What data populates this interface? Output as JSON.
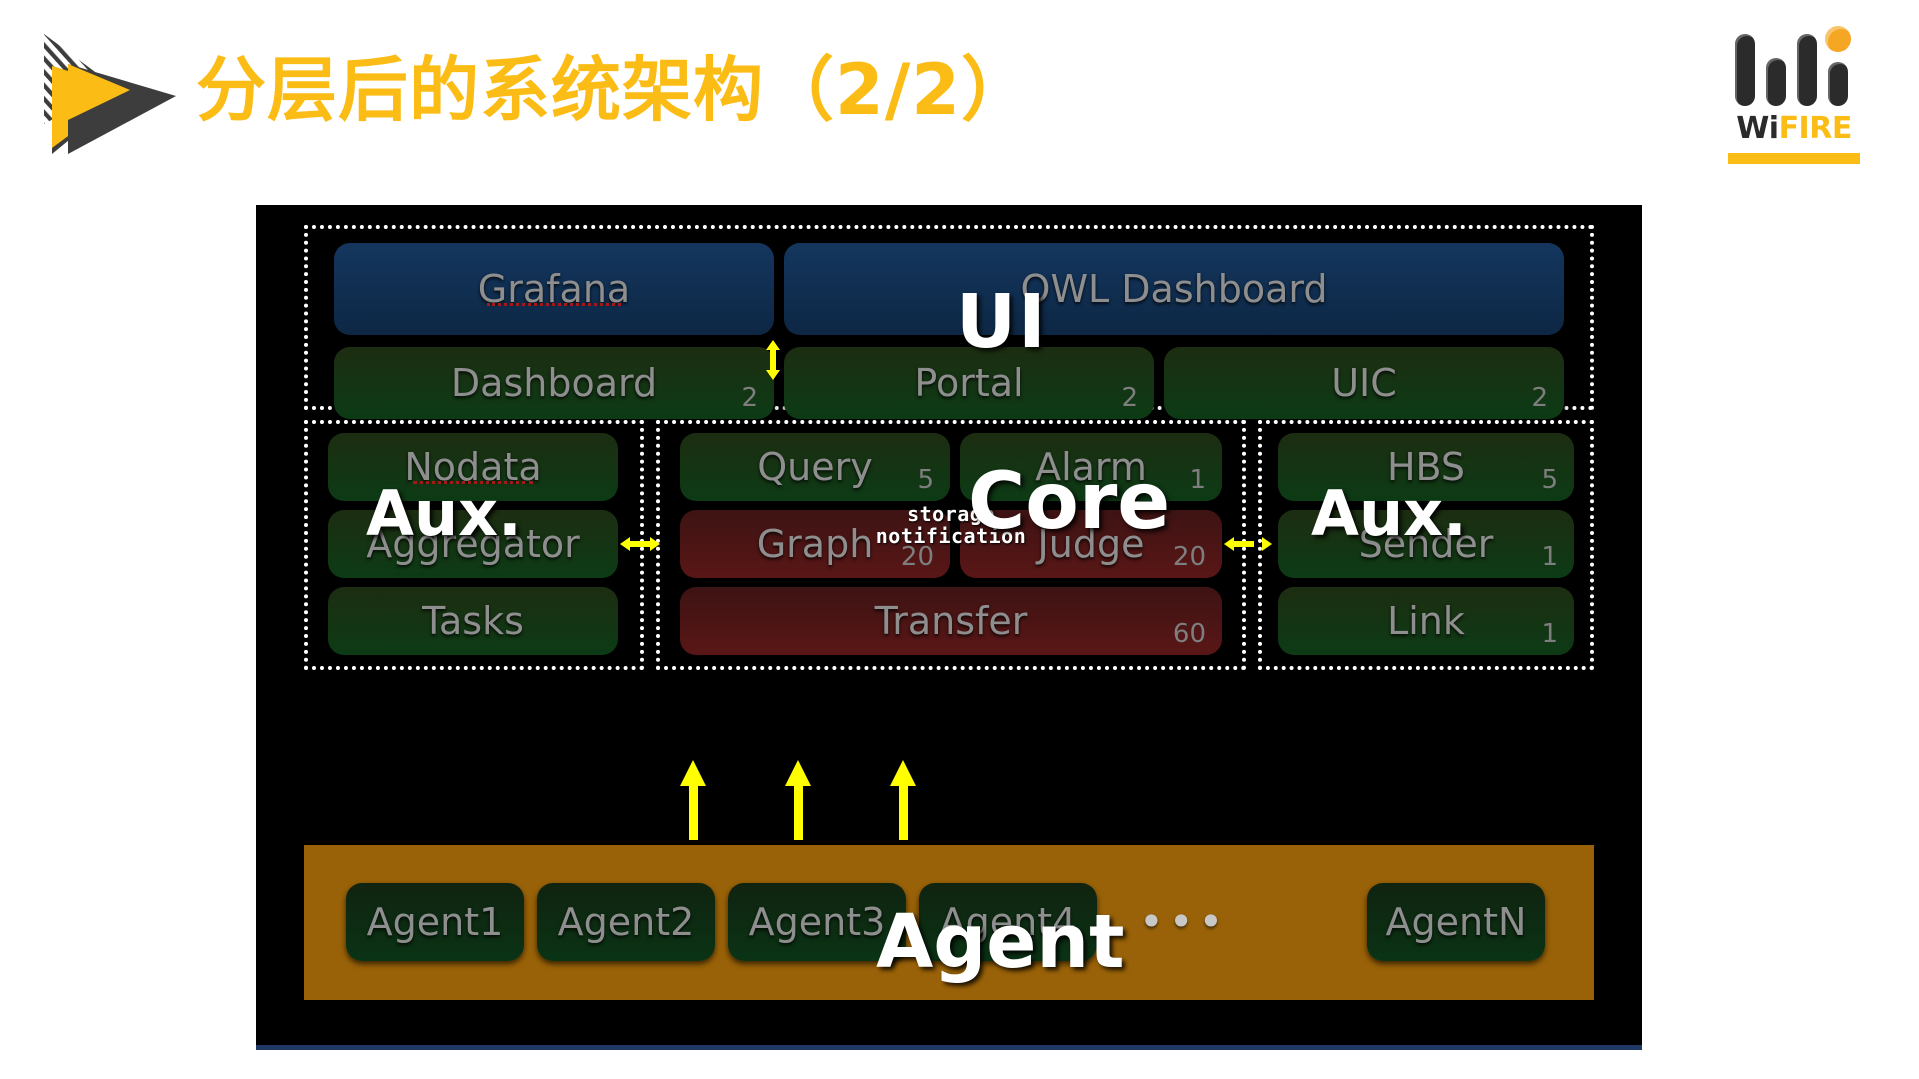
{
  "header": {
    "title": "分层后的系统架构（2/2）",
    "title_color": "#fcbc16",
    "logo_icon": "play-triangle-logo-icon"
  },
  "brand": {
    "word_prefix": "Wi",
    "word_suffix": "FIRE",
    "accent_color": "#fcbc16",
    "dark_color": "#2b2b2b"
  },
  "diagram": {
    "layers": [
      {
        "caption": "UI",
        "name": "ui-layer"
      },
      {
        "caption": "Aux.",
        "name": "aux-left-layer"
      },
      {
        "caption": "Core",
        "name": "core-layer"
      },
      {
        "caption": "Aux.",
        "name": "aux-right-layer"
      },
      {
        "caption": "Agent",
        "name": "agent-layer"
      }
    ],
    "ui_group": {
      "row1": [
        {
          "label": "Grafana",
          "count": "",
          "color": "blue",
          "misspelled": true
        },
        {
          "label": "OWL Dashboard",
          "count": "",
          "color": "blue",
          "misspelled": false
        }
      ],
      "row2": [
        {
          "label": "Dashboard",
          "count": "2",
          "color": "green",
          "misspelled": false
        },
        {
          "label": "Portal",
          "count": "2",
          "color": "green",
          "misspelled": false
        },
        {
          "label": "UIC",
          "count": "2",
          "color": "green",
          "misspelled": false
        }
      ]
    },
    "aux_left_group": [
      {
        "label": "Nodata",
        "count": "",
        "color": "green",
        "misspelled": true
      },
      {
        "label": "Aggregator",
        "count": "",
        "color": "green",
        "misspelled": false
      },
      {
        "label": "Tasks",
        "count": "",
        "color": "green",
        "misspelled": false
      }
    ],
    "core_group": {
      "row1": [
        {
          "label": "Query",
          "count": "5",
          "color": "green"
        },
        {
          "label": "Alarm",
          "count": "1",
          "color": "green"
        }
      ],
      "row2": [
        {
          "label": "Graph",
          "count": "20",
          "color": "red"
        },
        {
          "label": "Judge",
          "count": "20",
          "color": "red"
        }
      ],
      "row3": [
        {
          "label": "Transfer",
          "count": "60",
          "color": "red"
        }
      ],
      "annotations": [
        "storage",
        "notification"
      ]
    },
    "aux_right_group": [
      {
        "label": "HBS",
        "count": "5",
        "color": "green"
      },
      {
        "label": "Sender",
        "count": "1",
        "color": "green"
      },
      {
        "label": "Link",
        "count": "1",
        "color": "green"
      }
    ],
    "agent_group": {
      "band_color": "#9a6208",
      "items": [
        {
          "label": "Agent1"
        },
        {
          "label": "Agent2"
        },
        {
          "label": "Agent3"
        },
        {
          "label": "Agent4"
        },
        {
          "label": "AgentN"
        }
      ],
      "ellipsis": "•••"
    },
    "arrow_color": "#ffff00",
    "canvas_color": "#000000"
  }
}
